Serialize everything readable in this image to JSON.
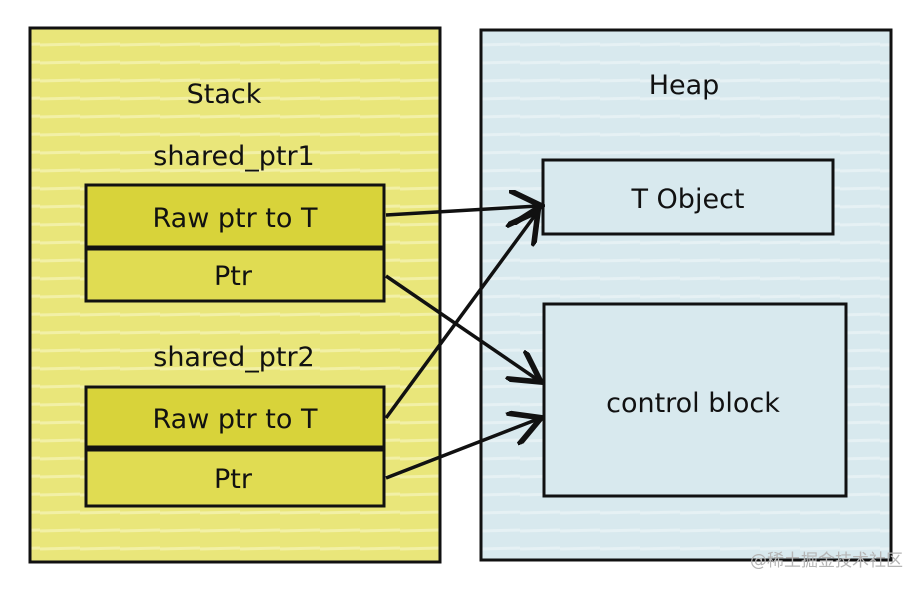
{
  "stack": {
    "title": "Stack",
    "fill": "#e9e67a",
    "ptr1": {
      "label": "shared_ptr1",
      "raw": "Raw ptr to T",
      "ptr": "Ptr"
    },
    "ptr2": {
      "label": "shared_ptr2",
      "raw": "Raw ptr to T",
      "ptr": "Ptr"
    },
    "cell_fill": "#d8d33a"
  },
  "heap": {
    "title": "Heap",
    "fill": "#d8e9ee",
    "object": "T Object",
    "control": "control block"
  },
  "watermark": "@稀土掘金技术社区"
}
